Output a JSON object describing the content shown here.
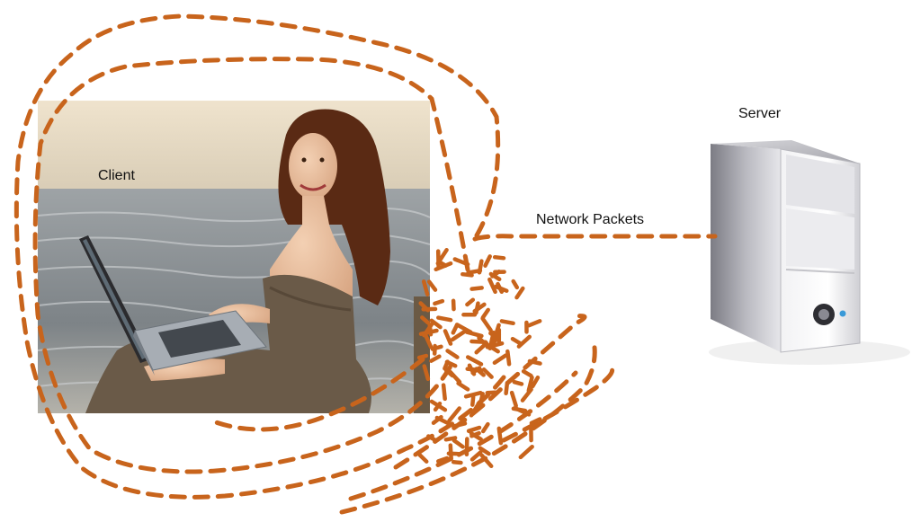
{
  "diagram": {
    "client_label": "Client",
    "server_label": "Server",
    "packets_label": "Network Packets"
  },
  "colors": {
    "packet_stroke": "#c8641c",
    "packet_fill": "#f0b27a",
    "sky": "#e9dcc4",
    "sea": "#8a8f94",
    "server_body": "#c9c9cd"
  },
  "icons": {
    "client": "woman-with-laptop-photo",
    "server": "tower-server-icon"
  }
}
